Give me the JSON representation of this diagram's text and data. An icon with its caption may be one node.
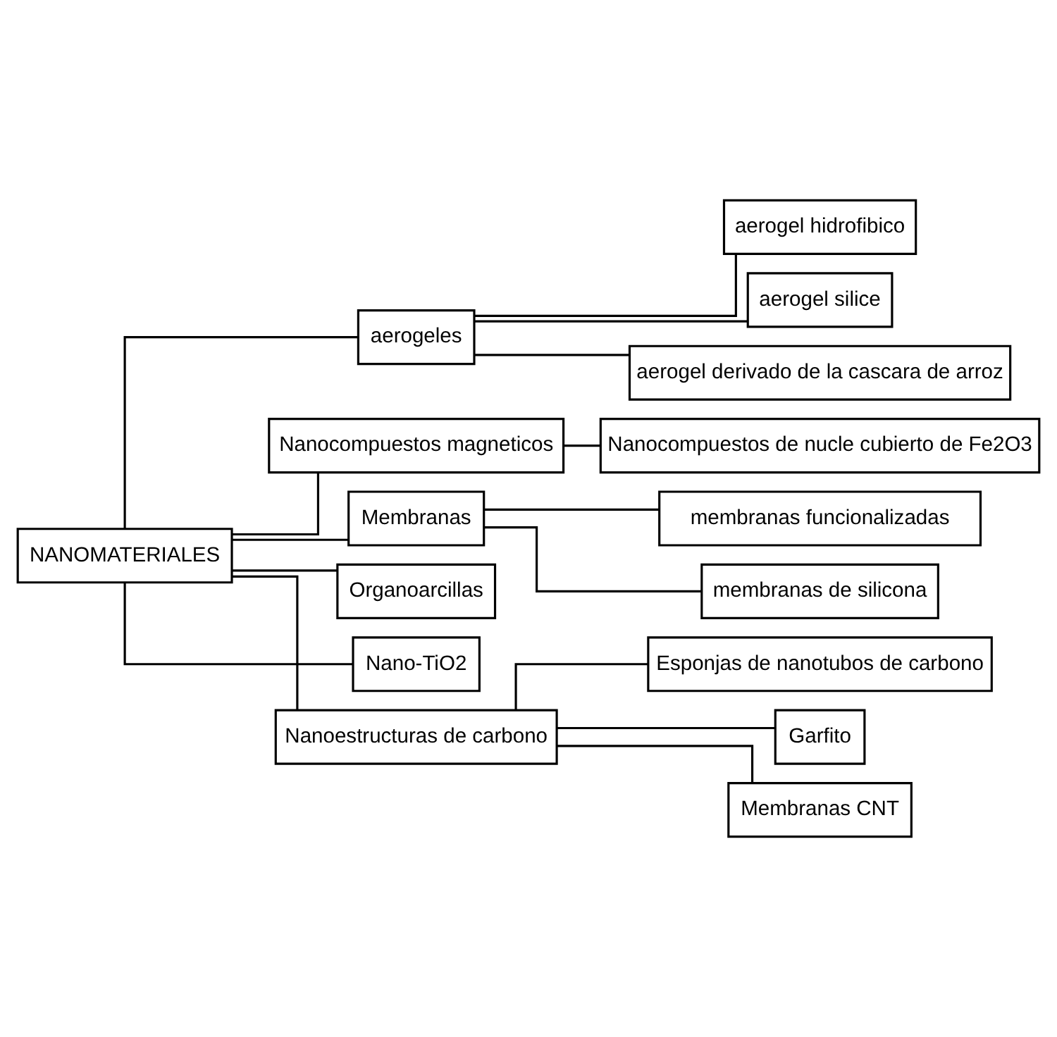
{
  "diagram": {
    "nodes": [
      {
        "text": [
          "NANOMATERIALES"
        ]
      },
      {
        "text": [
          "aerogeles"
        ]
      },
      {
        "text": [
          "aerogel hidrofibico"
        ]
      },
      {
        "text": [
          "aerogel silice"
        ]
      },
      {
        "text": [
          "aerogel derivado de la cascara de arroz"
        ]
      },
      {
        "text": [
          "Nanocompuestos magneticos"
        ]
      },
      {
        "text": [
          "Nanocompuestos de nucle cubierto de Fe2O3"
        ]
      },
      {
        "text": [
          "Membranas"
        ]
      },
      {
        "text": [
          "membranas funcionalizadas"
        ]
      },
      {
        "text": [
          "membranas de silicona"
        ]
      },
      {
        "text": [
          "Organoarcillas"
        ]
      },
      {
        "text": [
          "Nano-TiO2"
        ]
      },
      {
        "text": [
          "Nanoestructuras de carbono"
        ]
      },
      {
        "text": [
          "Esponjas de nanotubos de carbono"
        ]
      },
      {
        "text": [
          "Garfito"
        ]
      },
      {
        "text": [
          "Membranas CNT"
        ]
      }
    ],
    "edges": [
      {
        "from": 0,
        "to": 1,
        "arrow": "none"
      },
      {
        "from": 1,
        "to": 2,
        "arrow": "none"
      },
      {
        "from": 1,
        "to": 3,
        "arrow": "none"
      },
      {
        "from": 1,
        "to": 4,
        "arrow": "none"
      },
      {
        "from": 0,
        "to": 5,
        "arrow": "none"
      },
      {
        "from": 5,
        "to": 6,
        "arrow": "none"
      },
      {
        "from": 0,
        "to": 7,
        "arrow": "none"
      },
      {
        "from": 7,
        "to": 8,
        "arrow": "none"
      },
      {
        "from": 7,
        "to": 9,
        "arrow": "none"
      },
      {
        "from": 0,
        "to": 10,
        "arrow": "none"
      },
      {
        "from": 0,
        "to": 11,
        "arrow": "none"
      },
      {
        "from": 0,
        "to": 12,
        "arrow": "none"
      },
      {
        "from": 12,
        "to": 13,
        "arrow": "none"
      },
      {
        "from": 12,
        "to": 14,
        "arrow": "none"
      },
      {
        "from": 12,
        "to": 15,
        "arrow": "none"
      }
    ]
  }
}
